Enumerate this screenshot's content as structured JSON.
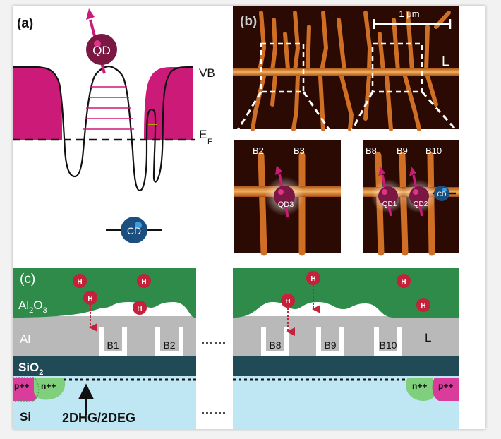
{
  "panel_a": {
    "label": "(a)",
    "qd": "QD",
    "vb": "VB",
    "ef_main": "E",
    "ef_sub": "F",
    "cd": "CD"
  },
  "panel_b": {
    "label": "(b)",
    "scale": "1 μm",
    "lead": "L",
    "left_inset_gates": [
      "B2",
      "B3"
    ],
    "left_inset_dot": "QD3",
    "right_inset_gates": [
      "B8",
      "B9",
      "B10"
    ],
    "right_inset_dots": [
      "QD1",
      "QD2"
    ],
    "right_inset_cd": "CD"
  },
  "panel_c": {
    "label": "(c)",
    "al2o3_main": "Al",
    "al2o3_sub1": "2",
    "al2o3_mid": "O",
    "al2o3_sub2": "3",
    "al": "Al",
    "sio2_main": "SiO",
    "sio2_sub": "2",
    "si": "Si",
    "p_doped": "p++",
    "n_doped": "n++",
    "channel": "2DHG/2DEG",
    "hydrogen": "H",
    "left_gates": [
      "B1",
      "B2"
    ],
    "right_gates": [
      "B8",
      "B9",
      "B10"
    ],
    "lead": "L"
  },
  "colors": {
    "valence_band": "#cc1a78",
    "qd_dot": "#7a1742",
    "cd_dot": "#1b4f80",
    "afm_background": "#2b0a03",
    "afm_wire": "#d97b2c",
    "al2o3": "#2e8b4a",
    "al": "#b9b9b9",
    "sio2": "#1f4a56",
    "si": "#bfe6f3",
    "n_plus": "#7fcf7c",
    "p_plus": "#d93c9a",
    "hydrogen": "#c4213a"
  }
}
